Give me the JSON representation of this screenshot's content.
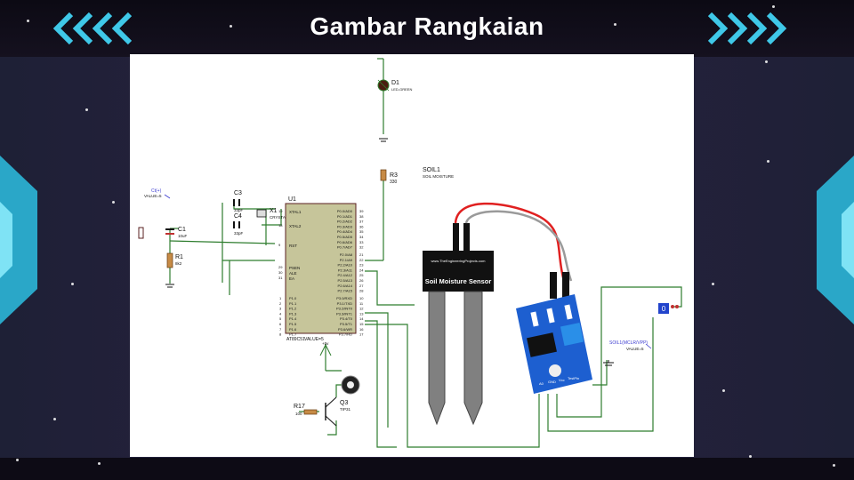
{
  "slide": {
    "title": "Gambar Rangkaian"
  },
  "icons": {
    "left": "chevrons-left-icon",
    "right": "chevrons-right-icon"
  },
  "colors": {
    "accent": "#3fc8e8",
    "background": "#1c1530",
    "pcb": "#1d5fd0",
    "red_wire": "#e02020",
    "grey_wire": "#9a9a9a"
  },
  "schematic": {
    "d1": {
      "ref": "D1",
      "value": "LED-GREEN"
    },
    "r3": {
      "ref": "R3",
      "value": "330"
    },
    "soil1": {
      "ref": "SOIL1",
      "value": "SOIL MOISTURE"
    },
    "c3": {
      "ref": "C3",
      "value": "33pF"
    },
    "c4": {
      "ref": "C4",
      "value": "33pF"
    },
    "x1": {
      "ref": "X1",
      "value": "CRYSTAL"
    },
    "u1": {
      "ref": "U1",
      "part": "AT89C51",
      "power": "VALUE=5"
    },
    "c1": {
      "ref": "C1",
      "value": "10uF"
    },
    "r1": {
      "ref": "R1",
      "value": "8k2"
    },
    "r17": {
      "ref": "R17",
      "value": "100"
    },
    "q3": {
      "ref": "Q3",
      "value": "TIP31"
    },
    "vcc_left": {
      "label": "Ct(+)",
      "value": "VALUE=5"
    },
    "vcc_mid": {
      "label": "+5v"
    },
    "soil_power": {
      "label": "SOIL1(MCLR/VPP)",
      "value": "VALUE=5"
    },
    "logic_probe": {
      "value": "0"
    },
    "u1_pins": {
      "xtal1": "XTAL1",
      "xtal2": "XTAL2",
      "rst": "RST",
      "psen": "PSEN",
      "ale": "ALE",
      "ea": "EA",
      "n19": "19",
      "n18": "18",
      "n9": "9",
      "n29": "29",
      "n30": "30",
      "n31": "31",
      "p0": [
        "P0.0/AD0",
        "P0.1/AD1",
        "P0.2/AD2",
        "P0.3/AD3",
        "P0.4/AD4",
        "P0.5/AD5",
        "P0.6/AD6",
        "P0.7/AD7"
      ],
      "p0n": [
        "39",
        "38",
        "37",
        "36",
        "35",
        "34",
        "33",
        "32"
      ],
      "p2": [
        "P2.0/A8",
        "P2.1/A9",
        "P2.2/A10",
        "P2.3/A11",
        "P2.4/A12",
        "P2.5/A13",
        "P2.6/A14",
        "P2.7/A15"
      ],
      "p2n": [
        "21",
        "22",
        "23",
        "24",
        "25",
        "26",
        "27",
        "28"
      ],
      "p1": [
        "P1.0",
        "P1.1",
        "P1.2",
        "P1.3",
        "P1.4",
        "P1.5",
        "P1.6",
        "P1.7"
      ],
      "p1n": [
        "1",
        "2",
        "3",
        "4",
        "5",
        "6",
        "7",
        "8"
      ],
      "p3": [
        "P3.0/RXD",
        "P3.1/TXD",
        "P3.2/INT0",
        "P3.3/INT1",
        "P3.4/T0",
        "P3.5/T1",
        "P3.6/WR",
        "P3.7/RD"
      ],
      "p3n": [
        "10",
        "11",
        "12",
        "13",
        "14",
        "15",
        "16",
        "17"
      ]
    },
    "sensor": {
      "site": "www.TheEngineeringProjects.com",
      "name": "Soil Moisture Sensor"
    },
    "module": {
      "a0": "A0",
      "gnd": "GND",
      "vcc": "Vcc",
      "testpin": "TestPin"
    }
  }
}
